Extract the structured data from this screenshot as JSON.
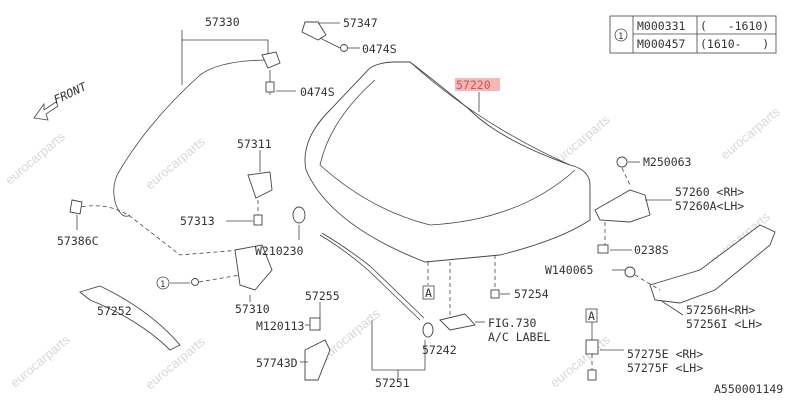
{
  "diagram": {
    "front_label": "FRONT",
    "highlight_color": "#f4b6b6",
    "watermark": "eurocarparts",
    "diagram_id": "A550001149",
    "table": {
      "marker": "1",
      "rows": [
        {
          "code": "M000331",
          "range": "(   -1610)"
        },
        {
          "code": "M000457",
          "range": "(1610-   )"
        }
      ]
    },
    "labels": {
      "p57330": "57330",
      "p57347": "57347",
      "p0474s_a": "0474S",
      "p0474s_b": "0474S",
      "p57220": "57220",
      "p57311": "57311",
      "pM250063": "M250063",
      "p57260": "57260 <RH>",
      "p57260a": "57260A<LH>",
      "p57386c": "57386C",
      "p57313": "57313",
      "pW210230": "W210230",
      "p0238s": "0238S",
      "pW140065": "W140065",
      "p57310": "57310",
      "p57255": "57255",
      "p57254": "57254",
      "p57256h": "57256H<RH>",
      "p57256i": "57256I <LH>",
      "p57252": "57252",
      "pM120113": "M120113",
      "pfig": "FIG.730",
      "pac": "A/C LABEL",
      "p57242": "57242",
      "p57743d": "57743D",
      "p57275e": "57275E <RH>",
      "p57275f": "57275F <LH>",
      "p57251": "57251",
      "ref_a1": "A",
      "ref_a2": "A",
      "circle_1": "1"
    }
  }
}
